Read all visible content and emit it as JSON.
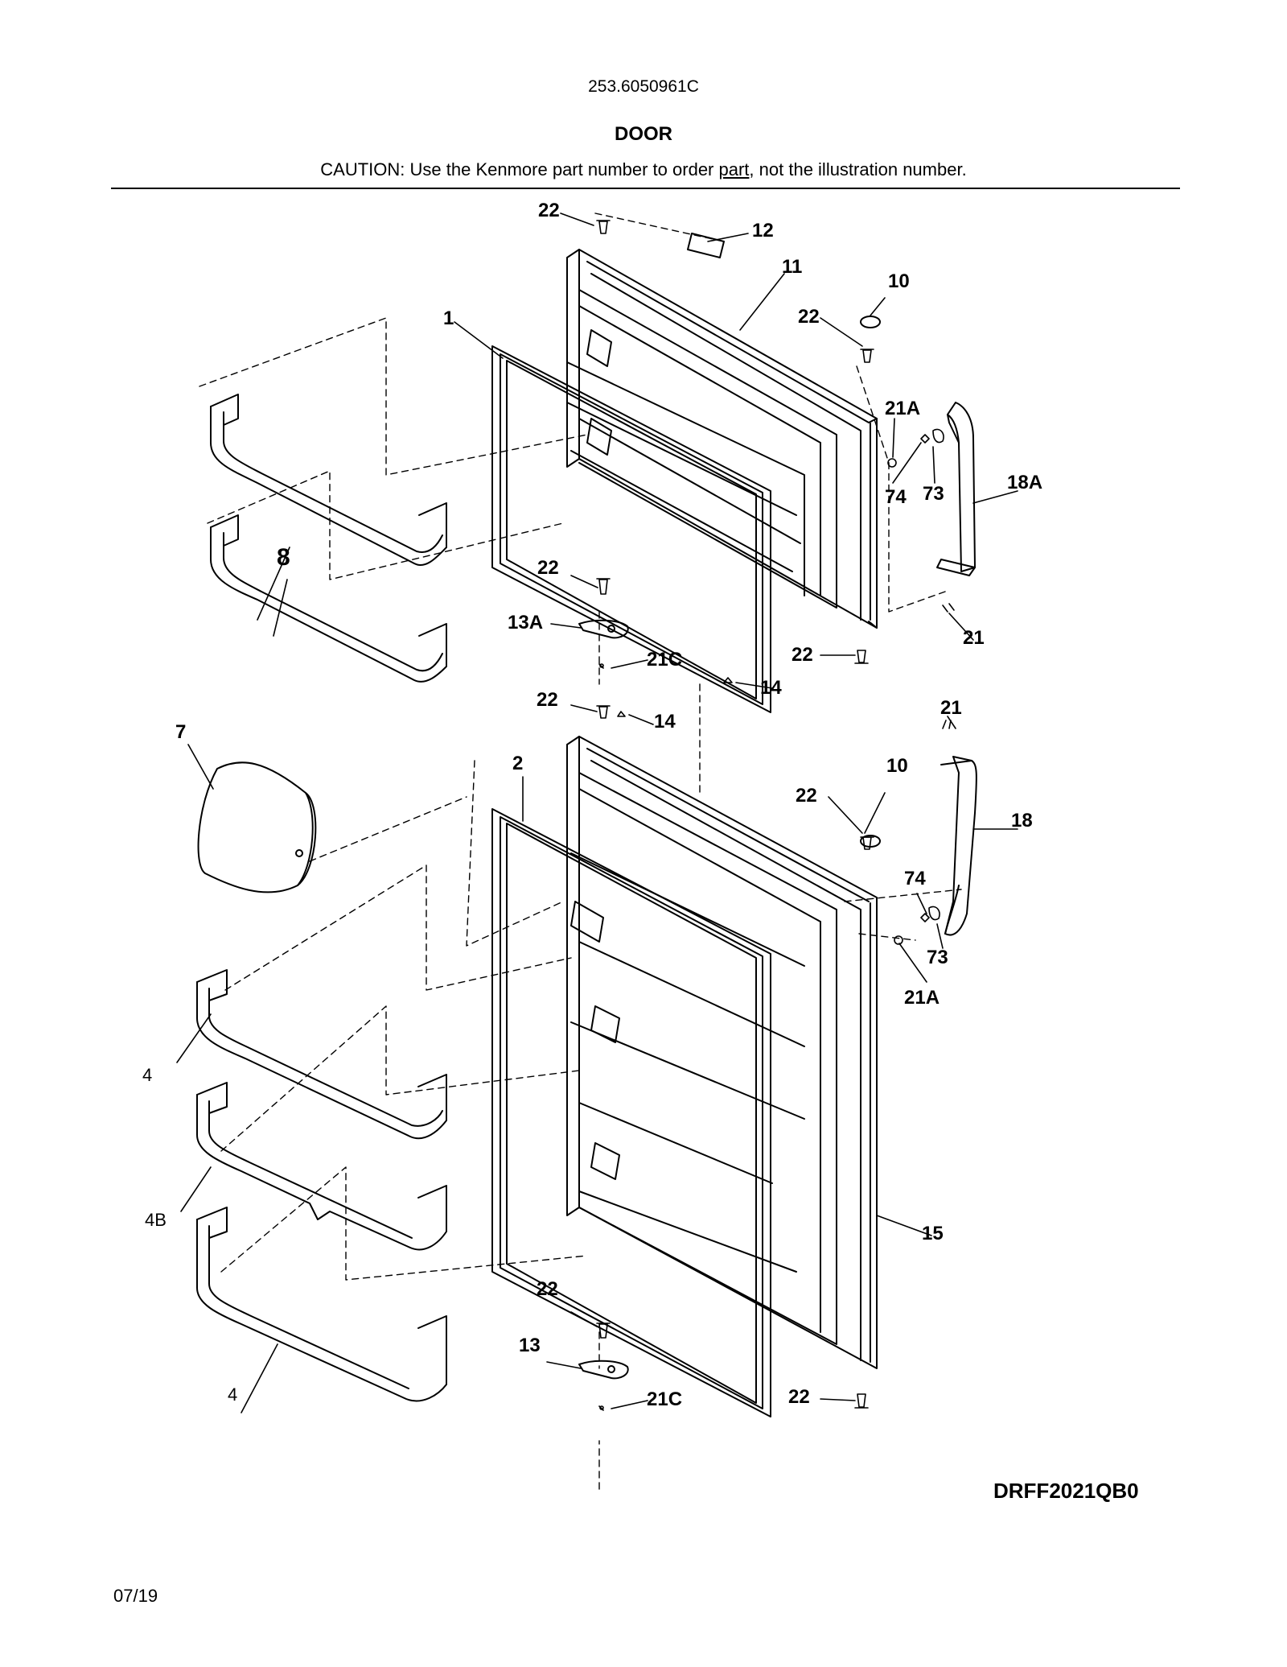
{
  "header": {
    "model_number": "253.6050961C",
    "section_title": "DOOR",
    "caution_prefix": "CAUTION: Use the Kenmore part number to order ",
    "caution_link": "part",
    "caution_suffix": ", not the illustration number."
  },
  "callouts": {
    "c22_a": "22",
    "c12": "12",
    "c11": "11",
    "c10_a": "10",
    "c22_b": "22",
    "c1": "1",
    "c21A_a": "21A",
    "c74_a": "74",
    "c73_a": "73",
    "c18A": "18A",
    "c8": "8",
    "c22_c": "22",
    "c13A": "13A",
    "c21C_a": "21C",
    "c22_d": "22",
    "c21_a": "21",
    "c14_a": "14",
    "c22_e": "22",
    "c14_b": "14",
    "c21_b": "21",
    "c7": "7",
    "c2": "2",
    "c10_b": "10",
    "c22_f": "22",
    "c18": "18",
    "c74_b": "74",
    "c73_b": "73",
    "c21A_b": "21A",
    "c4_a": "4",
    "c4B": "4B",
    "c15": "15",
    "c22_g": "22",
    "c13": "13",
    "c21C_b": "21C",
    "c22_h": "22",
    "c4_b": "4"
  },
  "footer": {
    "diagram_code": "DRFF2021QB0",
    "date": "07/19"
  }
}
